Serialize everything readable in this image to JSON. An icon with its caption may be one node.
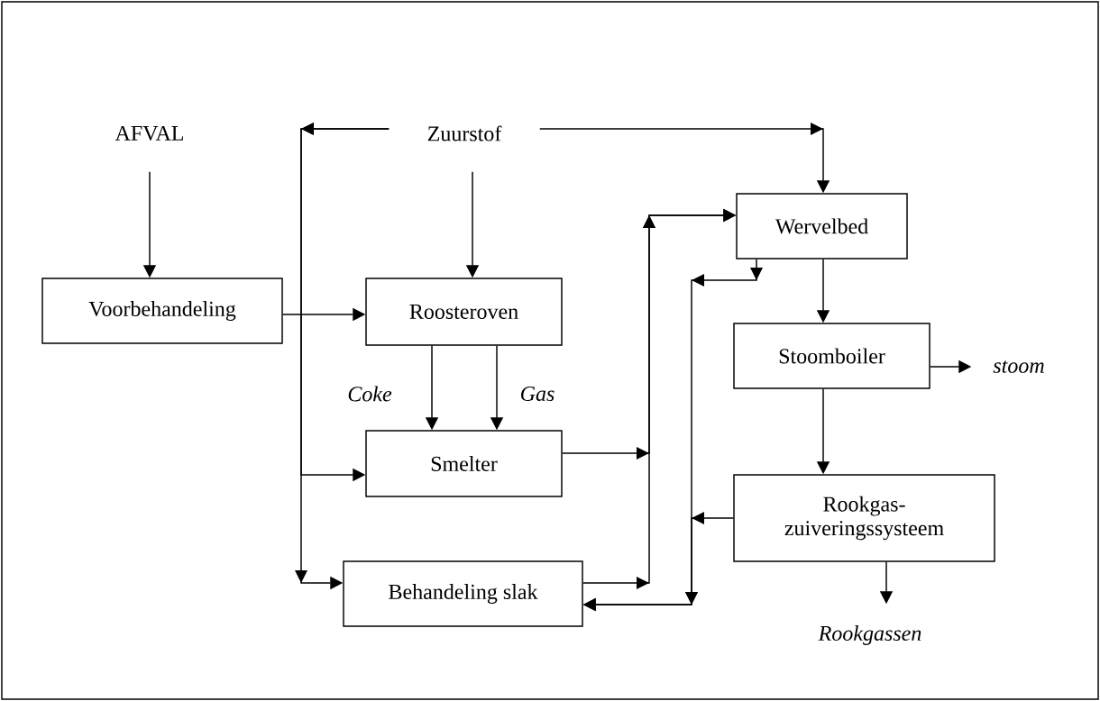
{
  "diagram": {
    "nodes": [
      {
        "text": [
          "AFVAL"
        ]
      },
      {
        "text": [
          "Voorbehandeling"
        ]
      },
      {
        "text": [
          "Zuurstof"
        ]
      },
      {
        "text": [
          "Roosteroven"
        ]
      },
      {
        "text": [
          "Wervelbed"
        ]
      },
      {
        "text": [
          "Smelter"
        ]
      },
      {
        "text": [
          "Stoomboiler"
        ]
      },
      {
        "text": [
          "stoom"
        ]
      },
      {
        "text": [
          "Behandeling slak"
        ]
      },
      {
        "text": [
          "Rookgas- zuiveringssysteem"
        ]
      },
      {
        "text": [
          "Rookgassen"
        ]
      }
    ],
    "edges": [
      {
        "from": 0,
        "to": 1,
        "arrow": "to"
      },
      {
        "from": 1,
        "to": 3,
        "arrow": "to"
      },
      {
        "from": 2,
        "to": 3,
        "arrow": "to"
      },
      {
        "from": 2,
        "to": 4,
        "arrow": "to"
      },
      {
        "from": 2,
        "to": 5,
        "arrow": "to"
      },
      {
        "from": 2,
        "to": 8,
        "arrow": "to"
      },
      {
        "from": 3,
        "to": 5,
        "arrow": "to",
        "label": "Coke"
      },
      {
        "from": 3,
        "to": 5,
        "arrow": "to",
        "label": "Gas"
      },
      {
        "from": 5,
        "to": 4,
        "arrow": "to"
      },
      {
        "from": 8,
        "to": 4,
        "arrow": "to"
      },
      {
        "from": 4,
        "to": 6,
        "arrow": "to"
      },
      {
        "from": 4,
        "to": 8,
        "arrow": "to"
      },
      {
        "from": 6,
        "to": 7,
        "arrow": "to"
      },
      {
        "from": 6,
        "to": 9,
        "arrow": "to"
      },
      {
        "from": 9,
        "to": 8,
        "arrow": "to"
      },
      {
        "from": 9,
        "to": 10,
        "arrow": "to"
      }
    ]
  }
}
